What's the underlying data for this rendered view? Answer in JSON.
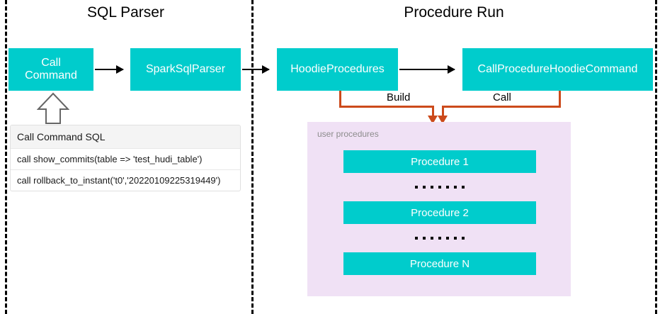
{
  "diagram": {
    "sections": [
      {
        "id": "sql-parser",
        "title": "SQL Parser"
      },
      {
        "id": "procedure-run",
        "title": "Procedure Run"
      }
    ],
    "nodes": [
      {
        "id": "call-command",
        "label": "Call\nCommand"
      },
      {
        "id": "spark-sql-parser",
        "label": "SparkSqlParser"
      },
      {
        "id": "hoodie-procedures",
        "label": "HoodieProcedures"
      },
      {
        "id": "call-procedure-hoodie-command",
        "label": "CallProcedureHoodieCommand"
      }
    ],
    "node_labels": {
      "call_command_line1": "Call",
      "call_command_line2": "Command",
      "spark_sql_parser": "SparkSqlParser",
      "hoodie_procedures": "HoodieProcedures",
      "call_procedure_hoodie_command": "CallProcedureHoodieCommand"
    },
    "edges": [
      {
        "from": "call-command",
        "to": "spark-sql-parser",
        "label": ""
      },
      {
        "from": "spark-sql-parser",
        "to": "hoodie-procedures",
        "label": ""
      },
      {
        "from": "hoodie-procedures",
        "to": "call-procedure-hoodie-command",
        "label": ""
      },
      {
        "from": "hoodie-procedures",
        "to": "user-procedures",
        "label": "Build"
      },
      {
        "from": "call-procedure-hoodie-command",
        "to": "user-procedures",
        "label": "Call"
      }
    ],
    "edge_labels": {
      "build": "Build",
      "call": "Call"
    },
    "sql_table": {
      "header": "Call Command SQL",
      "rows": [
        "call show_commits(table => 'test_hudi_table')",
        "call rollback_to_instant('t0','20220109225319449')"
      ]
    },
    "user_procedures": {
      "label": "user procedures",
      "items": [
        {
          "label": "Procedure 1"
        },
        {
          "label": "Procedure 2"
        },
        {
          "label": "Procedure N"
        }
      ],
      "ellipsis": "......."
    },
    "colors": {
      "node_fill": "#00CCCC",
      "node_text": "#FFFFFF",
      "panel_fill": "#F0E1F5",
      "panel_label": "#8C8C8C",
      "connector_orange": "#CC4A1B",
      "flow_arrow": "#000000",
      "divider": "#000000",
      "sql_header_bg": "#F4F4F4",
      "sql_border": "#E0E0E0"
    }
  }
}
